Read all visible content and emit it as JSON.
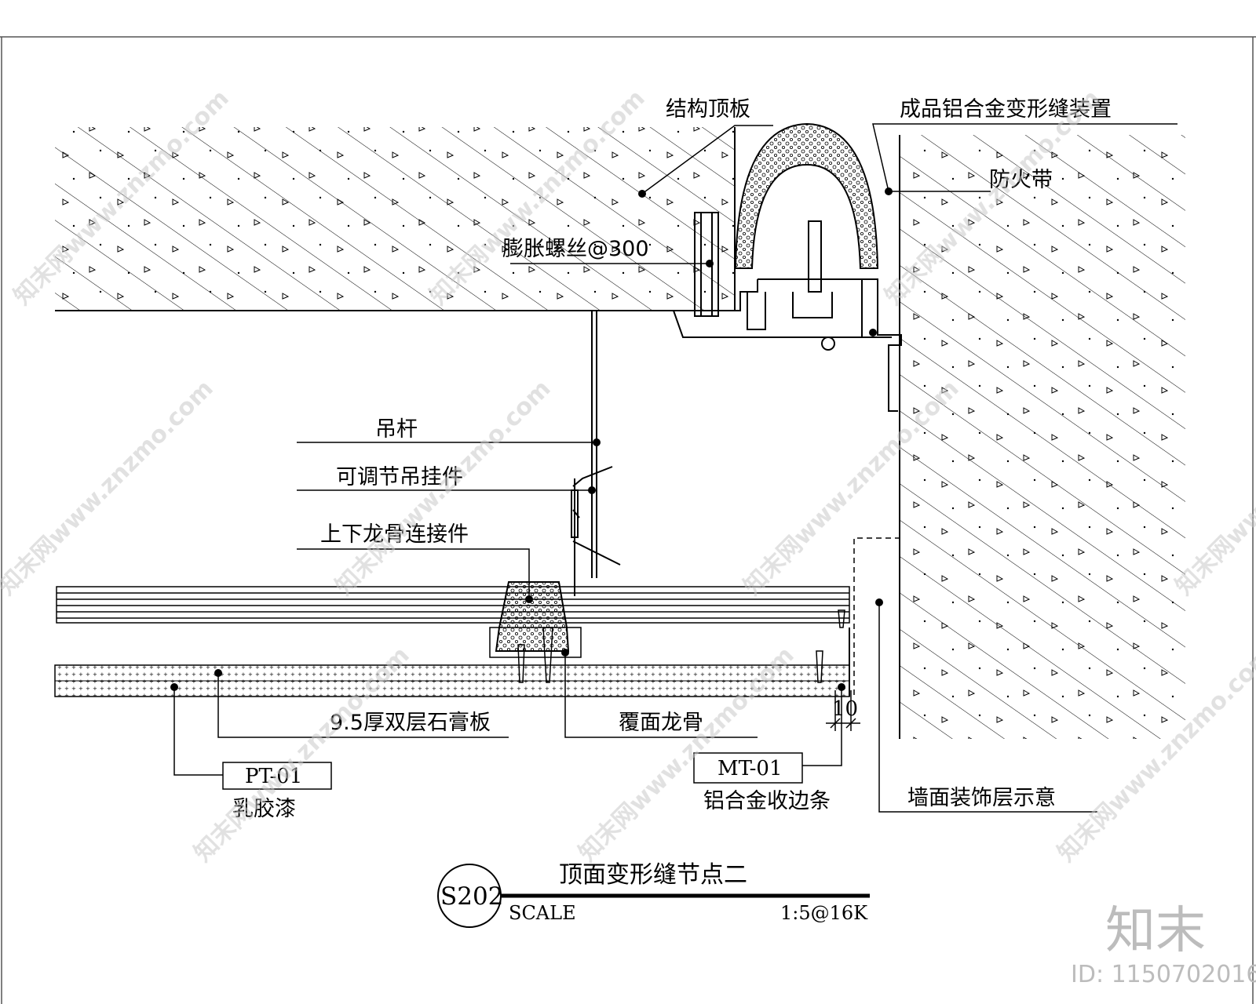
{
  "labels": {
    "structural_slab": "结构顶板",
    "expansion_device": "成品铝合金变形缝装置",
    "fire_strip": "防火带",
    "expansion_bolt": "膨胀螺丝@300",
    "hanger_rod": "吊杆",
    "adjustable_hanger": "可调节吊挂件",
    "keel_connector": "上下龙骨连接件",
    "gypsum_board": "9.5厚双层石膏板",
    "cover_keel": "覆面龙骨",
    "pt_code": "PT-01",
    "pt_desc": "乳胶漆",
    "mt_code": "MT-01",
    "mt_desc": "铝合金收边条",
    "wall_finish": "墙面装饰层示意",
    "dimension": "10"
  },
  "title": {
    "ref": "S202",
    "name": "顶面变形缝节点二",
    "scale_label": "SCALE",
    "scale_value": "1:5@16K"
  },
  "watermark": {
    "brand": "知末",
    "id": "ID: 1150702016",
    "site": "知末网www.znzmo.com"
  }
}
